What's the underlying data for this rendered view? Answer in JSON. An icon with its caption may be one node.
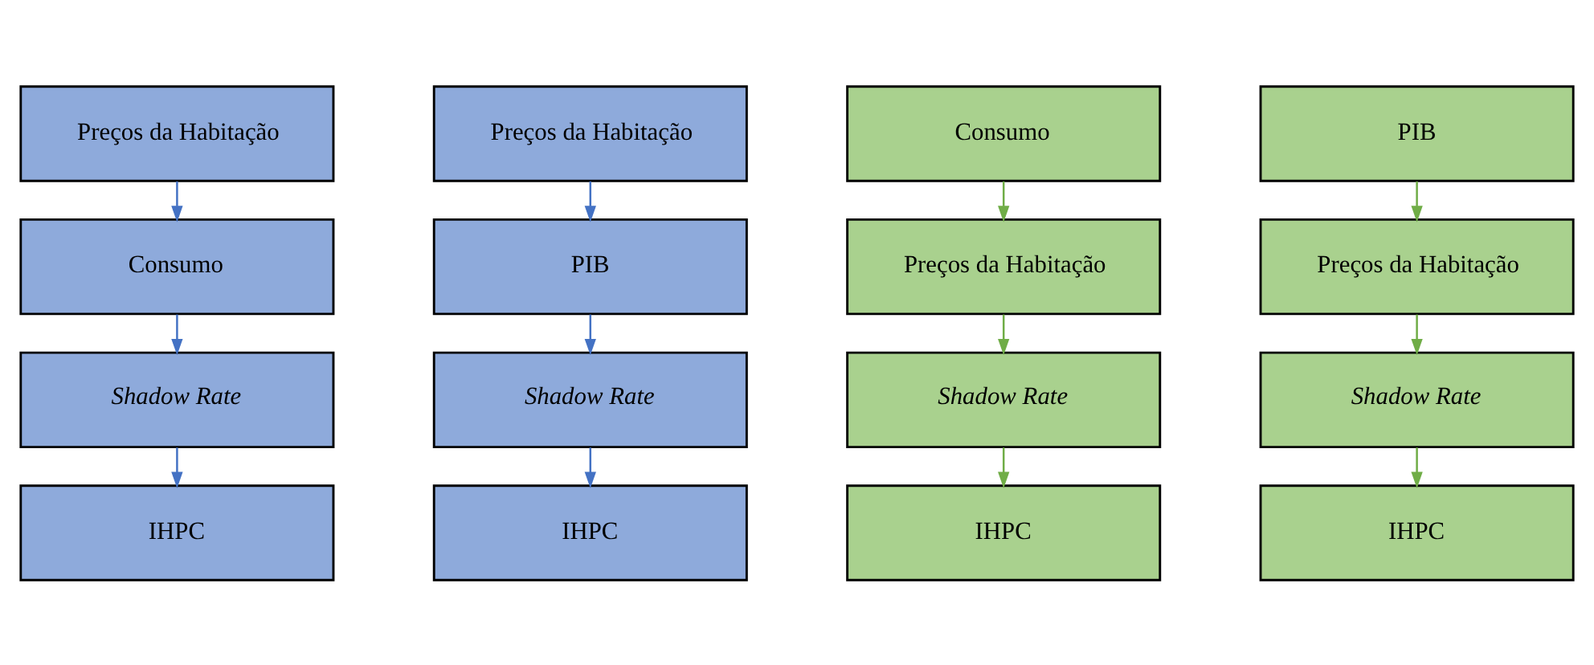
{
  "diagram": {
    "nodes": [
      {
        "text": [
          "Preços da Habitação"
        ]
      },
      {
        "text": [
          "Consumo"
        ]
      },
      {
        "text": [
          "Shadow Rate"
        ]
      },
      {
        "text": [
          "IHPC"
        ]
      },
      {
        "text": [
          "Preços da Habitação"
        ]
      },
      {
        "text": [
          "PIB"
        ]
      },
      {
        "text": [
          "Shadow Rate"
        ]
      },
      {
        "text": [
          "IHPC"
        ]
      },
      {
        "text": [
          "Consumo"
        ]
      },
      {
        "text": [
          "Preços da Habitação"
        ]
      },
      {
        "text": [
          "Shadow Rate"
        ]
      },
      {
        "text": [
          "IHPC"
        ]
      },
      {
        "text": [
          "PIB"
        ]
      },
      {
        "text": [
          "Preços da Habitação"
        ]
      },
      {
        "text": [
          "Shadow Rate"
        ]
      },
      {
        "text": [
          "IHPC"
        ]
      }
    ],
    "edges": [
      {
        "from": 0,
        "to": 1,
        "arrow": "to",
        "color": "#4472c4"
      },
      {
        "from": 1,
        "to": 2,
        "arrow": "to",
        "color": "#4472c4"
      },
      {
        "from": 2,
        "to": 3,
        "arrow": "to",
        "color": "#4472c4"
      },
      {
        "from": 4,
        "to": 5,
        "arrow": "to",
        "color": "#4472c4"
      },
      {
        "from": 5,
        "to": 6,
        "arrow": "to",
        "color": "#4472c4"
      },
      {
        "from": 6,
        "to": 7,
        "arrow": "to",
        "color": "#4472c4"
      },
      {
        "from": 8,
        "to": 9,
        "arrow": "to",
        "color": "#70ad47"
      },
      {
        "from": 9,
        "to": 10,
        "arrow": "to",
        "color": "#70ad47"
      },
      {
        "from": 10,
        "to": 11,
        "arrow": "to",
        "color": "#70ad47"
      },
      {
        "from": 12,
        "to": 13,
        "arrow": "to",
        "color": "#70ad47"
      },
      {
        "from": 13,
        "to": 14,
        "arrow": "to",
        "color": "#70ad47"
      },
      {
        "from": 14,
        "to": 15,
        "arrow": "to",
        "color": "#70ad47"
      }
    ]
  }
}
